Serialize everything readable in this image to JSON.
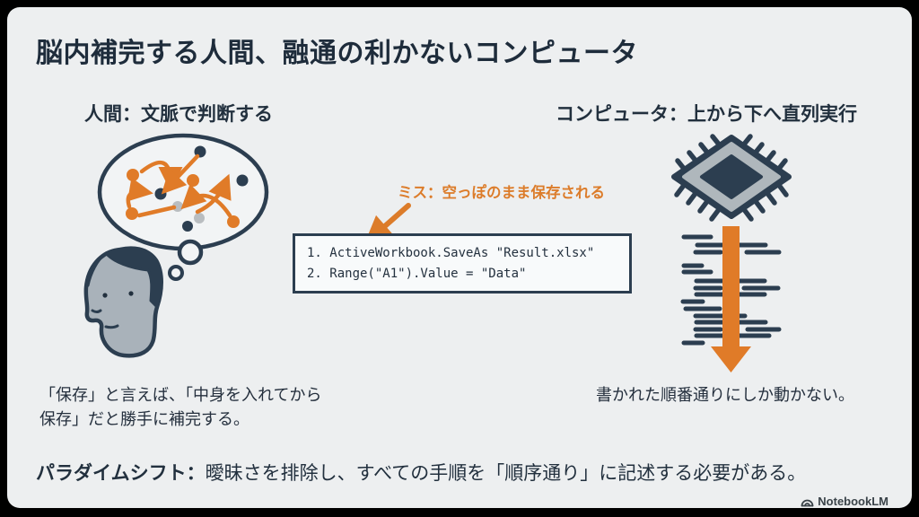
{
  "slide": {
    "title": "脳内補完する人間、融通の利かないコンピュータ",
    "left": {
      "heading": "人間：文脈で判断する",
      "caption": "「保存」と言えば、「中身を入れてから保存」だと勝手に補完する。"
    },
    "right": {
      "heading": "コンピュータ：上から下へ直列実行",
      "caption": "書かれた順番通りにしか動かない。"
    },
    "code": {
      "annotation": "ミス：空っぽのまま保存される",
      "lines": [
        "1. ActiveWorkbook.SaveAs \"Result.xlsx\"",
        "2. Range(\"A1\").Value = \"Data\""
      ]
    },
    "footer": {
      "label": "パラダイムシフト：",
      "text": "曖昧さを排除し、すべての手順を「順序通り」に記述する必要がある。"
    },
    "brand": "NotebookLM",
    "colors": {
      "accent_orange": "#E07B28",
      "ink_navy": "#2C3E50",
      "slide_background": "#EDEFF0",
      "face_gray": "#A9B2BA",
      "dot_gray": "#B9BDC0"
    }
  }
}
